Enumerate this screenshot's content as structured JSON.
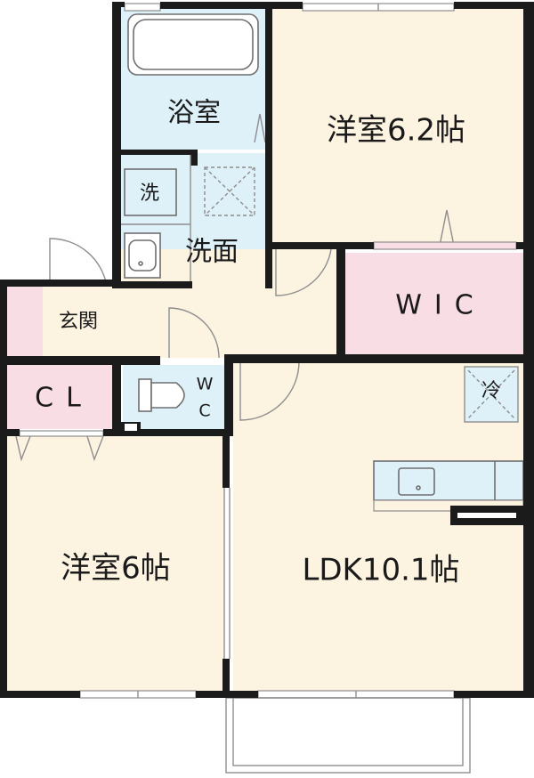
{
  "floor_plan": {
    "rooms": {
      "western_room_1": "洋室6.2帖",
      "bathroom": "浴室",
      "washroom": "洗面",
      "washer": "洗",
      "entrance": "玄関",
      "walk_in_closet": "WIC",
      "closet": "CL",
      "toilet_w": "W",
      "toilet_c": "C",
      "refrigerator": "冷",
      "western_room_2": "洋室6帖",
      "ldk": "LDK10.1帖"
    },
    "colors": {
      "western": "#fdf3e1",
      "bath": "#def0f8",
      "storage": "#f9dde5",
      "ldk": "#fdf3e1",
      "wall": "#1b1b1b"
    }
  }
}
